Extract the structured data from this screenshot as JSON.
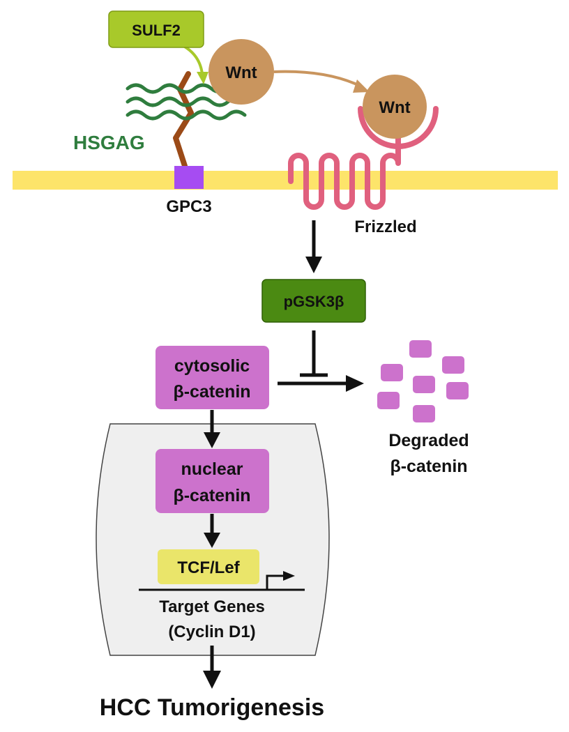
{
  "labels": {
    "sulf2": "SULF2",
    "wnt_bound": "Wnt",
    "wnt_receptor": "Wnt",
    "hsgag": "HSGAG",
    "gpc3": "GPC3",
    "frizzled": "Frizzled",
    "pgsk3b": "pGSK3β",
    "cytosolic_line1": "cytosolic",
    "cytosolic_line2": "β-catenin",
    "nuclear_line1": "nuclear",
    "nuclear_line2": "β-catenin",
    "degraded_line1": "Degraded",
    "degraded_line2": "β-catenin",
    "tcf_lef": "TCF/Lef",
    "target_genes_line1": "Target Genes",
    "target_genes_line2": "(Cyclin D1)",
    "outcome": "HCC Tumorigenesis"
  },
  "colors": {
    "membrane": "#fde46a",
    "sulf2_box": "#a8c92a",
    "sulf2_arrow": "#a8c92a",
    "wnt": "#c9955e",
    "wnt_arrow": "#c9955e",
    "hsgag": "#2f7d3e",
    "core_protein": "#9b4a17",
    "gpc3": "#a64cf2",
    "frizzled": "#e0607e",
    "pgsk3b_box": "#4b8a12",
    "beta_catenin": "#cc72cc",
    "tcf_lef_box": "#eae56a",
    "nucleus_fill": "#efefef",
    "nucleus_stroke": "#444444",
    "arrow": "#111111"
  }
}
